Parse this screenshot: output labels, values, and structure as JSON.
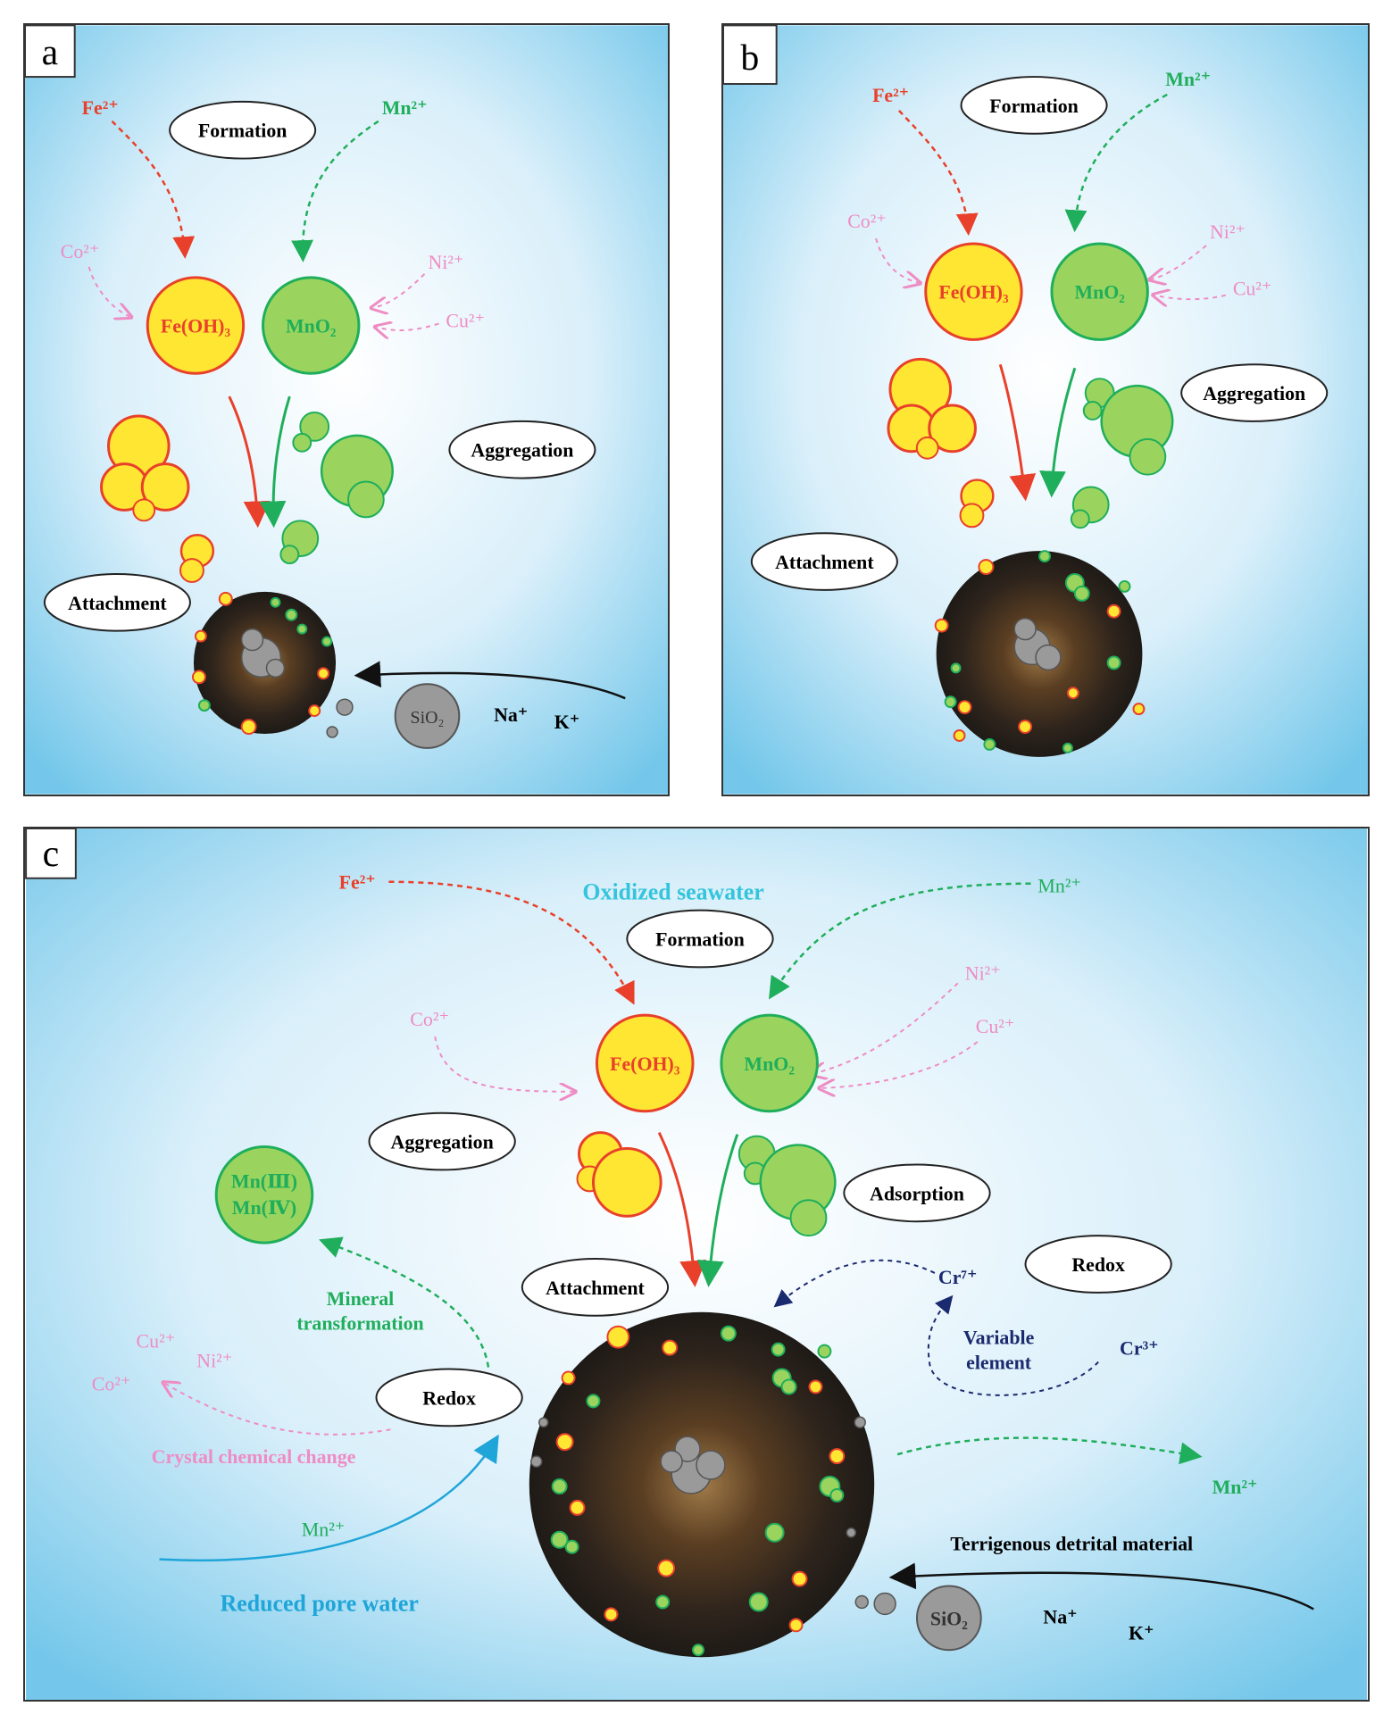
{
  "panel_a": {
    "letter": "a",
    "formation": "Formation",
    "aggregation": "Aggregation",
    "attachment": "Attachment",
    "fe": "Fe²⁺",
    "mn": "Mn²⁺",
    "co": "Co²⁺",
    "ni": "Ni²⁺",
    "cu": "Cu²⁺",
    "feoh": "Fe(OH)₃",
    "mno2": "MnO₂",
    "sio2": "SiO₂",
    "na": "Na⁺",
    "k": "K⁺"
  },
  "panel_b": {
    "letter": "b",
    "formation": "Formation",
    "aggregation": "Aggregation",
    "attachment": "Attachment",
    "fe": "Fe²⁺",
    "mn": "Mn²⁺",
    "co": "Co²⁺",
    "ni": "Ni²⁺",
    "cu": "Cu²⁺",
    "feoh": "Fe(OH)₃",
    "mno2": "MnO₂"
  },
  "panel_c": {
    "letter": "c",
    "oxidized": "Oxidized seawater",
    "formation": "Formation",
    "aggregation": "Aggregation",
    "adsorption": "Adsorption",
    "attachment": "Attachment",
    "redox_left": "Redox",
    "redox_right": "Redox",
    "fe": "Fe²⁺",
    "mn": "Mn²⁺",
    "co": "Co²⁺",
    "ni": "Ni²⁺",
    "cu": "Cu²⁺",
    "feoh": "Fe(OH)₃",
    "mno2": "MnO₂",
    "mn3": "Mn(Ⅲ)",
    "mn4": "Mn(Ⅳ)",
    "mineral1": "Mineral",
    "mineral2": "transformation",
    "crystal": "Crystal chemical change",
    "left_cu": "Cu²⁺",
    "left_ni": "Ni²⁺",
    "left_co": "Co²⁺",
    "mn_pore": "Mn²⁺",
    "reduced": "Reduced pore water",
    "cr7": "Cr⁷⁺",
    "cr3": "Cr³⁺",
    "variable1": "Variable",
    "variable2": "element",
    "mn_out": "Mn²⁺",
    "terrigenous": "Terrigenous detrital material",
    "sio2": "SiO₂",
    "na": "Na⁺",
    "k": "K⁺"
  },
  "colors": {
    "fe": "#e8402a",
    "mn": "#1fae5b",
    "trace": "#ee8cc4",
    "fe_fill": "#ffe632",
    "mn_fill": "#9ad45e",
    "cr": "#1a2a6e",
    "pore": "#1fa5d8",
    "oxidized": "#34c5dc"
  }
}
